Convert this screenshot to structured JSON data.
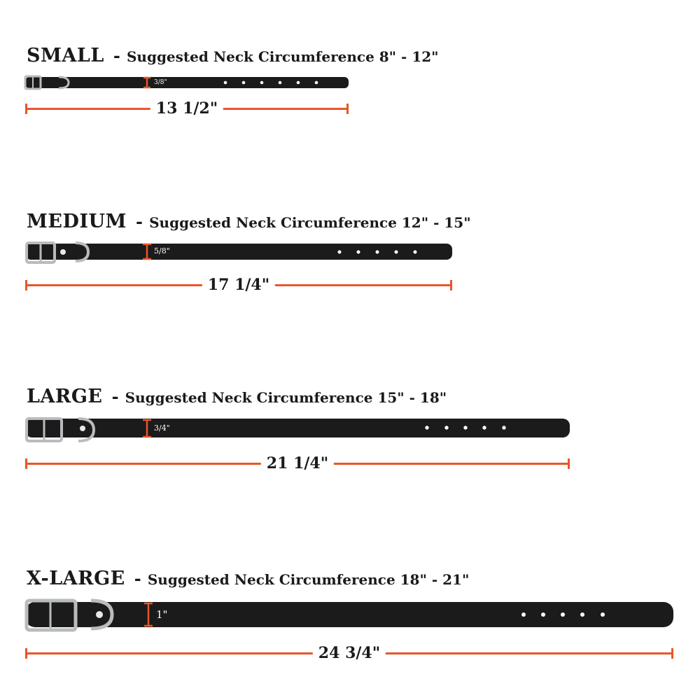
{
  "colors": {
    "accent": "#e8562a",
    "collar": "#1b1b1b",
    "hardware": "#b9bcbf",
    "text": "#1a1a1a"
  },
  "sizes": [
    {
      "name": "SMALL",
      "separator": "-",
      "description": "Suggested Neck Circumference 8\" - 12\"",
      "width_label": "3/8\"",
      "length_label": "13 1/2\""
    },
    {
      "name": "MEDIUM",
      "separator": "-",
      "description": "Suggested Neck Circumference 12\" - 15\"",
      "width_label": "5/8\"",
      "length_label": "17 1/4\""
    },
    {
      "name": "LARGE",
      "separator": "-",
      "description": "Suggested Neck Circumference 15\" - 18\"",
      "width_label": "3/4\"",
      "length_label": "21 1/4\""
    },
    {
      "name": "X-LARGE",
      "separator": "-",
      "description": "Suggested Neck Circumference 18\" - 21\"",
      "width_label": "1\"",
      "length_label": "24 3/4\""
    }
  ]
}
